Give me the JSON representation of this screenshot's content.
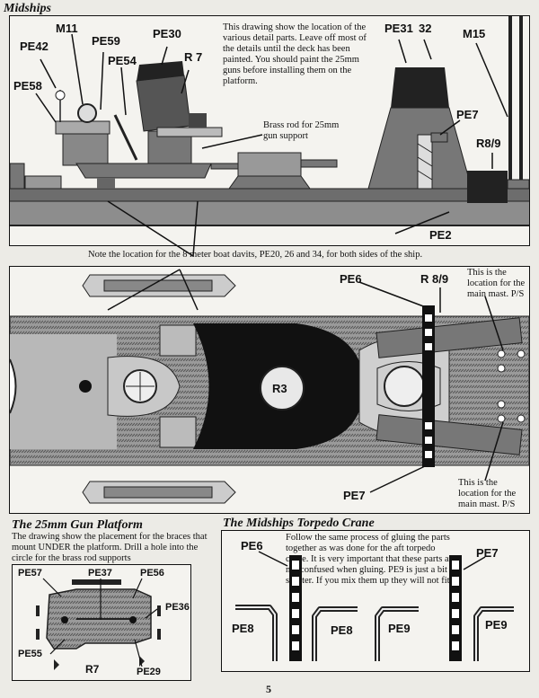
{
  "section_title": "Midships",
  "top_panel": {
    "labels": [
      "M11",
      "PE42",
      "PE58",
      "PE59",
      "PE54",
      "PE30",
      "R 7",
      "PE31",
      "32",
      "M15",
      "PE7",
      "R8/9",
      "PE2"
    ],
    "note": "This drawing show the location of the various detail parts. Leave off most of the details until the deck has been painted. You should paint the 25mm guns before installing them on the platform.",
    "brass_note": "Brass rod for 25mm gun support"
  },
  "davit_note": "Note the location for the 8 meter boat davits, PE20, 26 and 34, for both sides of the ship.",
  "deck_panel": {
    "labels": [
      "PE6",
      "R 8/9",
      "R3",
      "PE7"
    ],
    "mast_note": "This is the location for the main mast. P/S"
  },
  "gun_platform": {
    "title": "The 25mm Gun Platform",
    "text": "The drawing show the placement for the braces that mount UNDER the platform. Drill a hole into the circle for the brass rod supports",
    "labels": [
      "PE57",
      "PE37",
      "PE56",
      "PE36",
      "PE55",
      "R7",
      "PE29"
    ]
  },
  "torpedo_crane": {
    "title": "The Midships Torpedo Crane",
    "text": "Follow the same process of gluing the parts together as was done for the aft torpedo crane. It is very important that these parts are not confused when gluing. PE9 is just a bit shorter. If you mix them up they will not fit",
    "labels": [
      "PE6",
      "PE7",
      "PE8",
      "PE8",
      "PE9",
      "PE9"
    ]
  },
  "page_number": "5"
}
